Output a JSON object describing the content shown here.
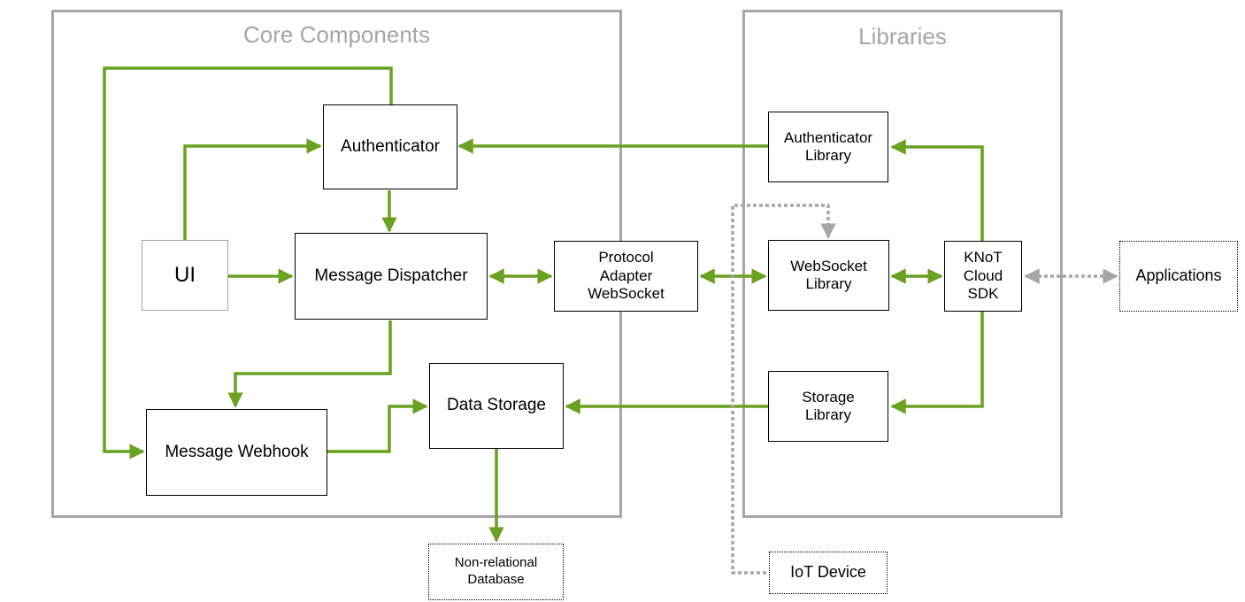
{
  "colors": {
    "flow": "#6aa121",
    "optional_flow": "#a6a6a6",
    "group_border": "#a6a6a6"
  },
  "groups": {
    "core": {
      "title": "Core Components"
    },
    "libraries": {
      "title": "Libraries"
    }
  },
  "nodes": {
    "authenticator": "Authenticator",
    "ui": "UI",
    "message_dispatcher": "Message Dispatcher",
    "protocol_adapter": "Protocol\nAdapter\nWebSocket",
    "message_webhook": "Message Webhook",
    "data_storage": "Data Storage",
    "authenticator_library": "Authenticator\nLibrary",
    "websocket_library": "WebSocket\nLibrary",
    "storage_library": "Storage\nLibrary",
    "knot_cloud_sdk": "KNoT\nCloud\nSDK",
    "applications": "Applications",
    "non_relational_database": "Non-relational\nDatabase",
    "iot_device": "IoT Device"
  },
  "edges": [
    {
      "from": "authenticator",
      "to": "message_webhook",
      "style": "solid"
    },
    {
      "from": "ui",
      "to": "authenticator",
      "style": "solid"
    },
    {
      "from": "ui",
      "to": "message_dispatcher",
      "style": "solid"
    },
    {
      "from": "authenticator",
      "to": "message_dispatcher",
      "style": "solid"
    },
    {
      "from": "message_dispatcher",
      "to": "message_webhook",
      "style": "solid"
    },
    {
      "from": "message_dispatcher",
      "to": "protocol_adapter",
      "style": "solid",
      "bidirectional": true
    },
    {
      "from": "protocol_adapter",
      "to": "websocket_library",
      "style": "solid",
      "bidirectional": true
    },
    {
      "from": "message_webhook",
      "to": "data_storage",
      "style": "solid"
    },
    {
      "from": "data_storage",
      "to": "non_relational_database",
      "style": "solid"
    },
    {
      "from": "authenticator_library",
      "to": "authenticator",
      "style": "solid"
    },
    {
      "from": "storage_library",
      "to": "data_storage",
      "style": "solid"
    },
    {
      "from": "websocket_library",
      "to": "knot_cloud_sdk",
      "style": "solid",
      "bidirectional": true
    },
    {
      "from": "knot_cloud_sdk",
      "to": "authenticator_library",
      "style": "solid"
    },
    {
      "from": "knot_cloud_sdk",
      "to": "storage_library",
      "style": "solid"
    },
    {
      "from": "knot_cloud_sdk",
      "to": "applications",
      "style": "dotted",
      "bidirectional": true
    },
    {
      "from": "iot_device",
      "to": "websocket_library",
      "style": "dotted"
    }
  ]
}
